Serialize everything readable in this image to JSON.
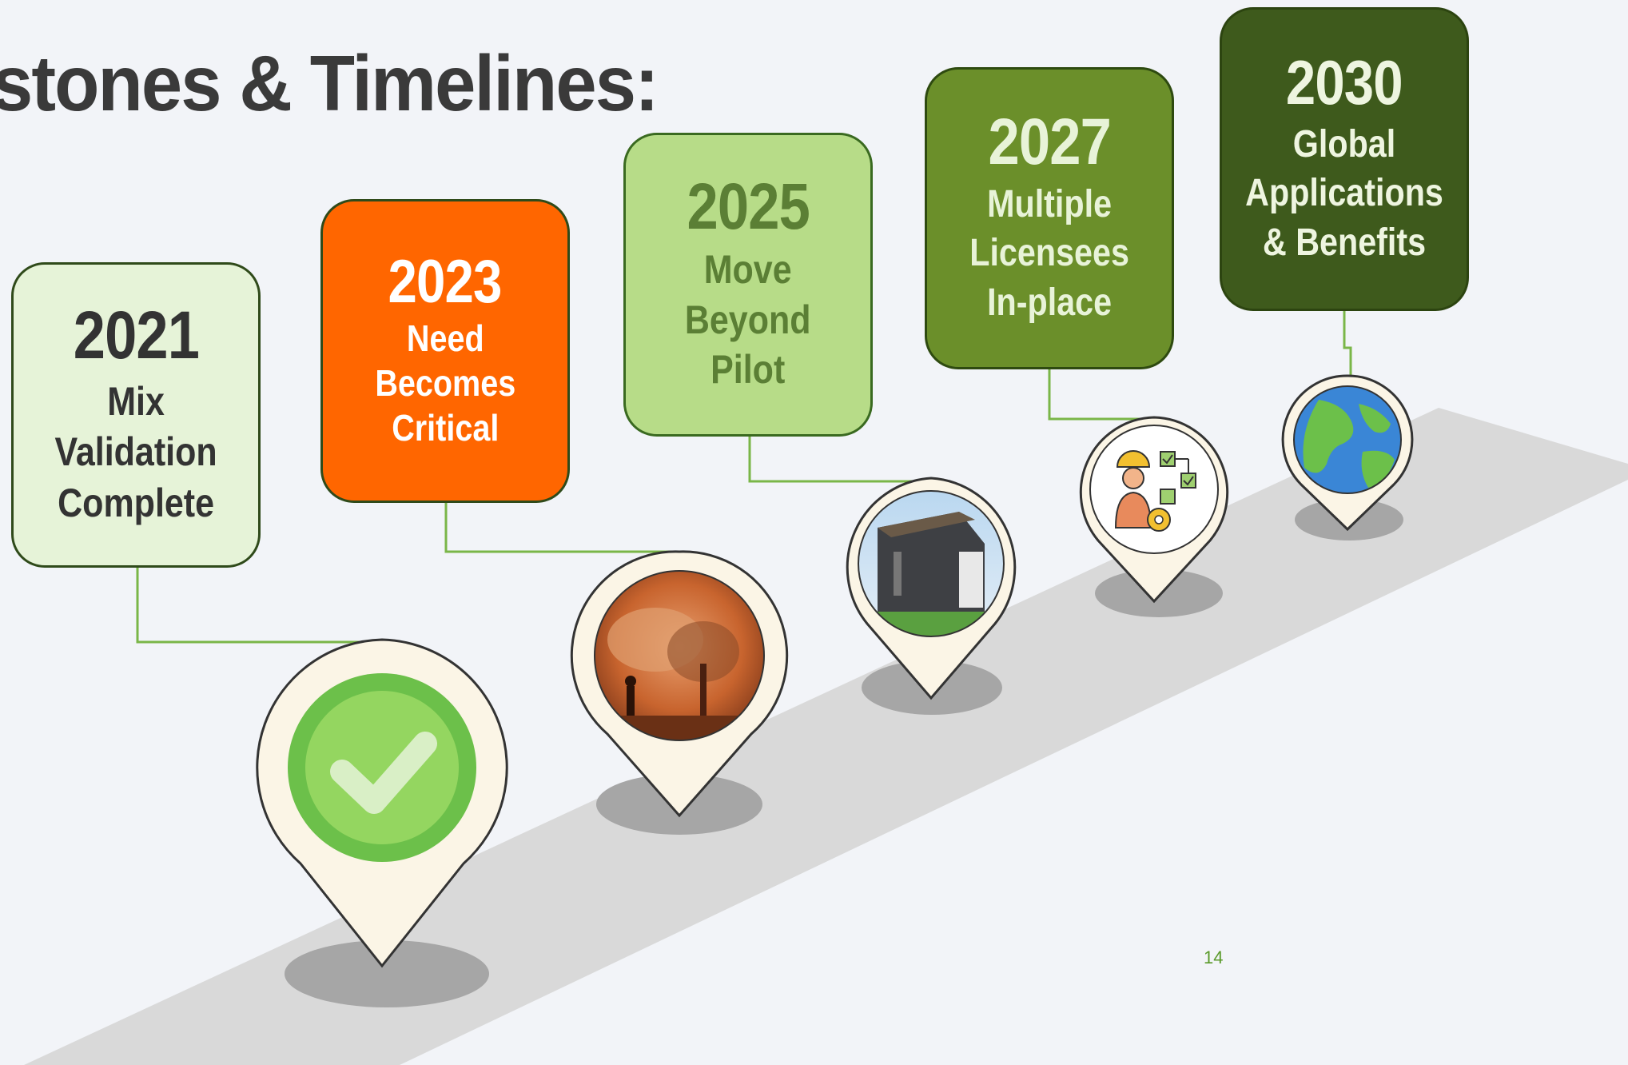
{
  "slide": {
    "title": "stones & Timelines:",
    "page_number": "14"
  },
  "milestones": [
    {
      "year": "2021",
      "label": "Mix\nValidation\nComplete",
      "icon": "checkmark-icon",
      "color": "#e6f3d8"
    },
    {
      "year": "2023",
      "label": "Need\nBecomes\nCritical",
      "icon": "wildfire-photo",
      "color": "#ff6600"
    },
    {
      "year": "2025",
      "label": "Move\nBeyond\nPilot",
      "icon": "tiny-house-photo",
      "color": "#b7dc88"
    },
    {
      "year": "2027",
      "label": "Multiple\nLicensees\nIn-place",
      "icon": "engineer-workflow-icon",
      "color": "#6b8f2a"
    },
    {
      "year": "2030",
      "label": "Global\nApplications\n& Benefits",
      "icon": "globe-icon",
      "color": "#3e5a1c"
    }
  ]
}
